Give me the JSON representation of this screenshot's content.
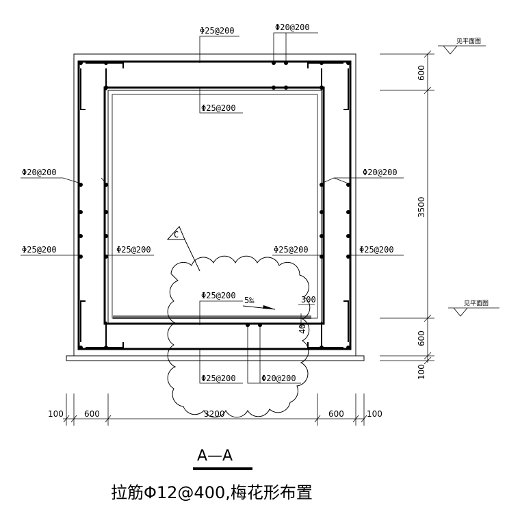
{
  "section_title": "A—A",
  "note": "拉筋Φ12@400,梅花形布置",
  "rebar_labels": {
    "top_outer": "Φ25@200",
    "top_right": "Φ20@200",
    "top_inner": "Φ25@200",
    "left_dist": "Φ20@200",
    "right_dist": "Φ20@200",
    "left_outer": "Φ25@200",
    "left_inner": "Φ25@200",
    "right_inner": "Φ25@200",
    "right_outer": "Φ25@200",
    "bottom_inner": "Φ25@200",
    "bottom_outer": "Φ25@200",
    "bottom_dist": "Φ20@200"
  },
  "level_refs": {
    "top": "见平面图",
    "bottom": "见平面图"
  },
  "revision_tag": "C",
  "slope": "5‰",
  "gutter": {
    "width": "300",
    "depth": "40"
  },
  "dims_vertical": [
    "600",
    "3500",
    "600",
    "100"
  ],
  "dims_horizontal": [
    "100",
    "600",
    "3200",
    "600",
    "100"
  ]
}
